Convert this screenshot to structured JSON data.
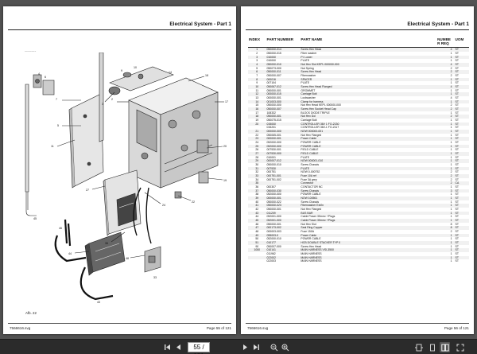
{
  "left_page": {
    "header_title": "Electrical System - Part 1",
    "figure_label": "Afb. 22",
    "small_mark": "~~~~~~~",
    "footer_file": "7566616.svg",
    "footer_page": "Page 55 of 121"
  },
  "right_page": {
    "header_title": "Electrical System - Part 1",
    "footer_file": "7566616.svg",
    "footer_page": "Page 56 of 121",
    "table": {
      "headers": {
        "index": "INDEX",
        "part_number": "PART NUMBER",
        "part_name": "PART NAME",
        "number_req": "NUMBE R REQ",
        "uom": "UOM"
      },
      "rows": [
        [
          "1",
          "050000-014",
          "Screw Hex Head",
          "4",
          "ST"
        ],
        [
          "2",
          "050000-015",
          "Fiber washer",
          "1",
          "ST"
        ],
        [
          "3",
          "010000",
          "Pl. Lower",
          "1",
          "ST"
        ],
        [
          "3",
          "010000",
          "PLATE",
          "1",
          "ST"
        ],
        [
          "4",
          "050000-010",
          "Nut Hex Slot KEPL 000000-000",
          "4",
          "ST"
        ],
        [
          "5",
          "050073-000",
          "Nut Spring",
          "2",
          "ST"
        ],
        [
          "6",
          "050000-011",
          "Screw Hex Head",
          "2",
          "ST"
        ],
        [
          "7",
          "050000-007",
          "Fiberwasher",
          "2",
          "ST"
        ],
        [
          "8",
          "000016",
          "SPACER",
          "1",
          "ST"
        ],
        [
          "9",
          "007104",
          "PLATE",
          "1",
          "ST"
        ],
        [
          "10",
          "050067-012",
          "Screw Hex Head Flanged",
          "4",
          "ST"
        ],
        [
          "11",
          "050000-001",
          "GROMMET",
          "1",
          "ST"
        ],
        [
          "12",
          "000000-015",
          "Carriage Bolt",
          "1",
          "ST"
        ],
        [
          "13",
          "000000-001",
          "Lockwasher",
          "4",
          "ST"
        ],
        [
          "14",
          "001003-000",
          "Clamp for harness",
          "1",
          "ST"
        ],
        [
          "15",
          "050000-000",
          "Nut Hex Head KEPL 000000-000",
          "2",
          "ST"
        ],
        [
          "16",
          "050000-007",
          "Screw Hex Socket Head Cap",
          "2",
          "ST"
        ],
        [
          "17",
          "108332",
          "BLOCK DIODE TRIPLE",
          "1",
          "ST"
        ],
        [
          "18",
          "050000-001",
          "Nut Hex Dol",
          "2",
          "ST"
        ],
        [
          "19",
          "050075-015",
          "Carriage Bolt",
          "1",
          "ST"
        ],
        [
          "20",
          "015000",
          "CONTROLLER 36V 1 FO-2130",
          "1",
          "ST"
        ],
        [
          "",
          "015201",
          "CONTROLLER 36V-1 FO-2117",
          "1",
          "ST"
        ],
        [
          "21",
          "000000-000",
          "NOW 000000-001",
          "1",
          "ST"
        ],
        [
          "22",
          "050065-001",
          "Nut Hex Flanged",
          "1",
          "ST"
        ],
        [
          "23",
          "000000-001",
          "Power Cable",
          "1",
          "ST"
        ],
        [
          "24",
          "052000-000",
          "POWER CABLE",
          "1",
          "ST"
        ],
        [
          "25",
          "052000-000",
          "POWER CABLE",
          "1",
          "ST"
        ],
        [
          "26",
          "007530-001",
          "FIELD CABLE",
          "1",
          "ST"
        ],
        [
          "27",
          "007530-000",
          "FIELD CABLE",
          "1",
          "ST"
        ],
        [
          "28",
          "010001",
          "PLATE",
          "1",
          "ST"
        ],
        [
          "29",
          "000007-012",
          "NOW 000001-010",
          "1",
          "ST"
        ],
        [
          "30",
          "050000-010",
          "Screw Chassis",
          "1",
          "ST"
        ],
        [
          "31",
          "007530",
          "PLATE",
          "1",
          "ST"
        ],
        [
          "32",
          "000751",
          "NOW 0-000752",
          "2",
          "ST"
        ],
        [
          "33",
          "000751-001",
          "Fuse 10A ref",
          "2",
          "ST"
        ],
        [
          "34",
          "000751-002",
          "Fuse 3A grey",
          "2",
          "ST"
        ],
        [
          "35",
          "",
          "Connector",
          "2",
          "CA"
        ],
        [
          "36",
          "000307",
          "CONTACTOR NC",
          "1",
          "ST"
        ],
        [
          "37",
          "050000-030",
          "Screw Chassis",
          "3",
          "ST"
        ],
        [
          "38",
          "052000-000",
          "POWER CABLE",
          "1",
          "ST"
        ],
        [
          "39",
          "000000-001",
          "NOW 100561",
          "1",
          "ST"
        ],
        [
          "40",
          "050000-022",
          "Screw Chassis",
          "1",
          "ST"
        ],
        [
          "41",
          "050000-023",
          "Fiberwasher Ext/In",
          "1",
          "ST"
        ],
        [
          "42",
          "050000-001",
          "Nut Hex Flanged",
          "1",
          "ST"
        ],
        [
          "43",
          "011209",
          "BUS BAR",
          "1",
          "ST"
        ],
        [
          "44",
          "052001-000",
          "Cable Power 35mm² +Plugs",
          "1",
          "ST"
        ],
        [
          "45",
          "052001-000",
          "Cable Power 35mm² +Plugs",
          "1",
          "ST"
        ],
        [
          "46",
          "050000-001",
          "Nut Hex Slot",
          "8",
          "ST"
        ],
        [
          "47",
          "000173-002",
          "Seal Ring Copper",
          "8",
          "ST"
        ],
        [
          "48",
          "000003-003",
          "Fuse 150A",
          "2",
          "ST"
        ],
        [
          "49",
          "055003-0",
          "Power Cable",
          "1",
          "ST"
        ],
        [
          "50",
          "052000-010",
          "POWER CABLE",
          "1",
          "ST"
        ],
        [
          "51",
          "010177",
          "HCB DOUBLE STACKER TYP 0",
          "1",
          "ST"
        ],
        [
          "90",
          "050007-000",
          "Screw Hex Head",
          "1",
          "ST"
        ],
        [
          "1000",
          "010141",
          "MAIN HARNESS VSI-3500",
          "1",
          "ST"
        ],
        [
          "",
          "011962",
          "MAIN HARNESS",
          "1",
          "ST"
        ],
        [
          "",
          "022002",
          "MAIN HARNESS",
          "1",
          "ST"
        ],
        [
          "",
          "022003",
          "MAIN HARNESS",
          "1",
          "ST"
        ]
      ]
    }
  },
  "toolbar": {
    "current_page": "55 / 121",
    "icons": [
      "first-page-icon",
      "prev-page-icon",
      "next-page-icon",
      "last-page-icon",
      "zoom-out-icon",
      "zoom-in-icon",
      "fit-width-icon",
      "single-page-icon",
      "two-page-icon",
      "fullscreen-icon"
    ]
  },
  "colors": {
    "viewer_bg": "#525252",
    "toolbar_bg": "#2b2b2b",
    "page_bg": "#ffffff",
    "row_stripe": "#f1f1f1"
  }
}
